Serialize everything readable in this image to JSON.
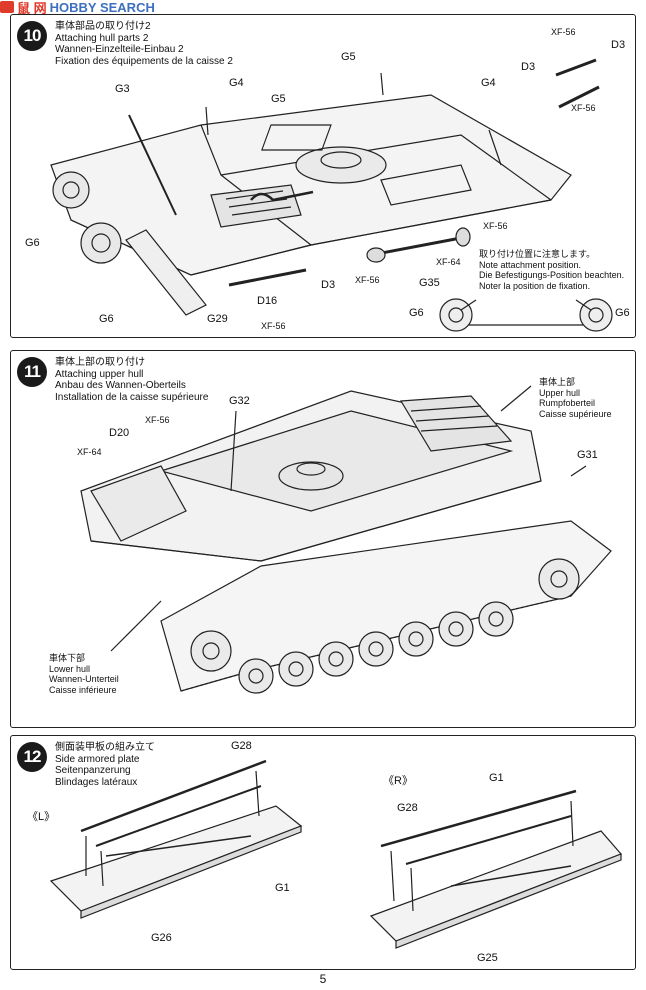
{
  "watermark": {
    "text": "HOBBY SEARCH",
    "cjk": "鼠 网"
  },
  "page_number": "5",
  "steps": [
    {
      "number": "10",
      "titles": [
        "車体部品の取り付け2",
        "Attaching hull parts 2",
        "Wannen-Einzelteile-Einbau 2",
        "Fixation des équipements de la caisse 2"
      ],
      "labels": {
        "G5a": "G5",
        "G3": "G3",
        "G4a": "G4",
        "G5b": "G5",
        "G4b": "G4",
        "xf56a": "XF-56",
        "D3a": "D3",
        "D3b": "D3",
        "xf56b": "XF-56",
        "G6a": "G6",
        "G6b": "G6",
        "G29": "G29",
        "D16": "D16",
        "xf56c": "XF-56",
        "D3c": "D3",
        "G35": "G35",
        "xf56d": "XF-56",
        "xf64": "XF-64",
        "xf56e": "XF-56",
        "G6c": "G6",
        "G6d": "G6"
      },
      "note": [
        "取り付け位置に注意します。",
        "Note attachment position.",
        "Die Befestigungs-Position beachten.",
        "Noter la position de fixation."
      ]
    },
    {
      "number": "11",
      "titles": [
        "車体上部の取り付け",
        "Attaching upper hull",
        "Anbau des Wannen-Oberteils",
        "Installation de la caisse supérieure"
      ],
      "labels": {
        "G32": "G32",
        "D20": "D20",
        "xf56": "XF-56",
        "xf64": "XF-64",
        "G31": "G31"
      },
      "upper_hull": [
        "車体上部",
        "Upper hull",
        "Rumpfoberteil",
        "Caisse supérieure"
      ],
      "lower_hull": [
        "車体下部",
        "Lower hull",
        "Wannen-Unterteil",
        "Caisse inférieure"
      ]
    },
    {
      "number": "12",
      "titles": [
        "側面装甲板の組み立て",
        "Side armored plate",
        "Seitenpanzerung",
        "Blindages latéraux"
      ],
      "labels": {
        "L": "《L》",
        "R": "《R》",
        "G28a": "G28",
        "G1a": "G1",
        "G26": "G26",
        "G1b": "G1",
        "G28b": "G28",
        "G25": "G25"
      }
    }
  ]
}
